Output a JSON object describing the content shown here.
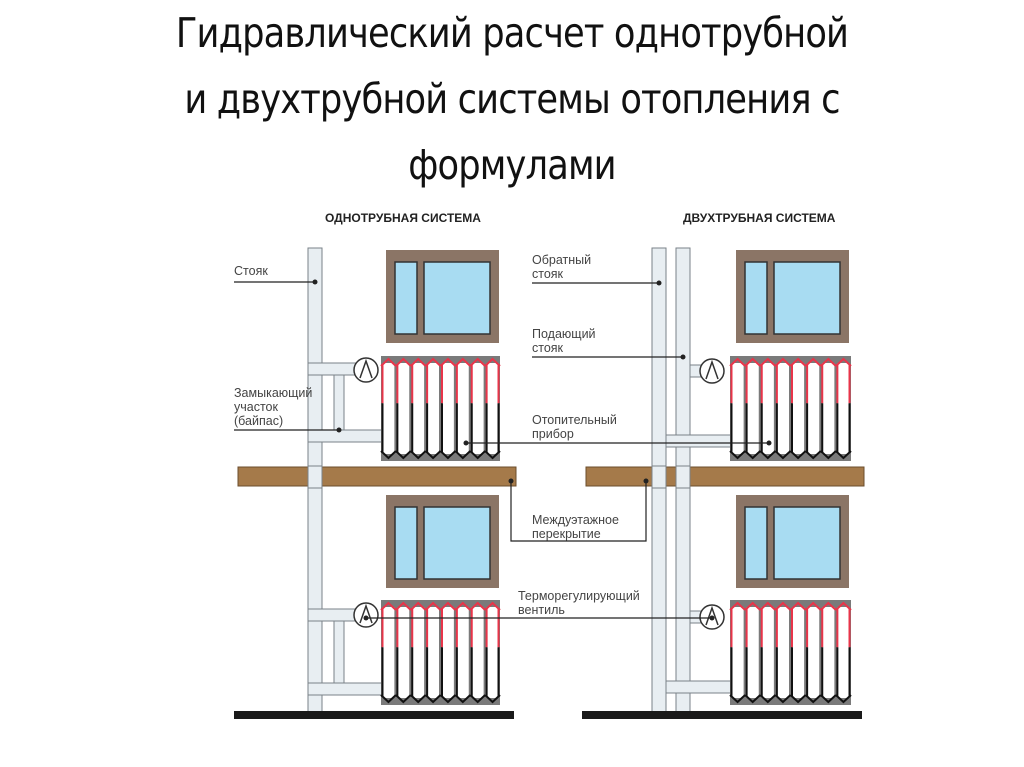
{
  "title": {
    "lines": [
      "Гидравлический расчет однотрубной",
      "и двухтрубной системы отопления с",
      "формулами"
    ]
  },
  "diagram": {
    "single_pipe": {
      "header": "ОДНОТРУБНАЯ СИСТЕМА",
      "labels": {
        "riser": "Стояк",
        "bypass_line1": "Замыкающий",
        "bypass_line2": "участок",
        "bypass_line3": "(байпас)"
      }
    },
    "two_pipe": {
      "header": "ДВУХТРУБНАЯ СИСТЕМА"
    },
    "center_labels": {
      "return_riser_line1": "Обратный",
      "return_riser_line2": "стояк",
      "supply_riser_line1": "Подающий",
      "supply_riser_line2": "стояк",
      "heater_line1": "Отопительный",
      "heater_line2": "прибор",
      "floor_slab_line1": "Междуэтажное",
      "floor_slab_line2": "перекрытие",
      "valve_line1": "Терморегулирующий",
      "valve_line2": "вентиль"
    },
    "colors": {
      "window_frame": "#8b7566",
      "window_glass": "#a8dcf2",
      "slab": "#a57a4a",
      "pipe": "#e8eef2",
      "radiator_hot": "#e8354a",
      "radiator_cold": "#111111",
      "ground": "#1a1a1a"
    }
  }
}
